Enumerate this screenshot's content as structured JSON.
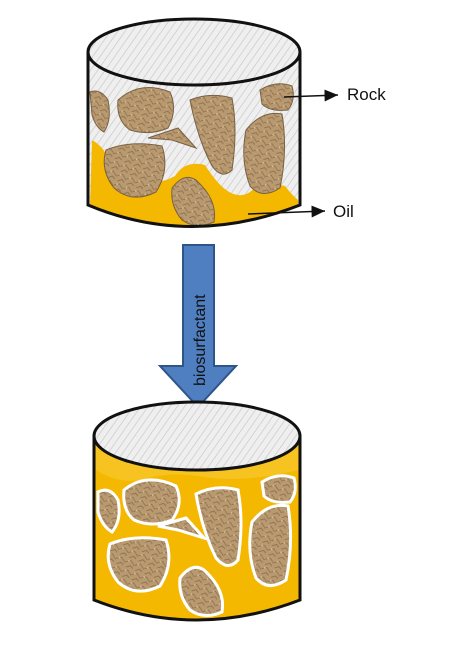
{
  "labels": {
    "rock": "Rock",
    "oil": "Oil",
    "process": "biosurfactant"
  },
  "colors": {
    "oil": "#f5b800",
    "rock_fill": "#b8976c",
    "rock_stroke": "#7a6144",
    "arrow_fill": "#4f7fc0",
    "arrow_stroke": "#2e5588",
    "cylinder_fill": "#ededed",
    "outline": "#111111"
  }
}
